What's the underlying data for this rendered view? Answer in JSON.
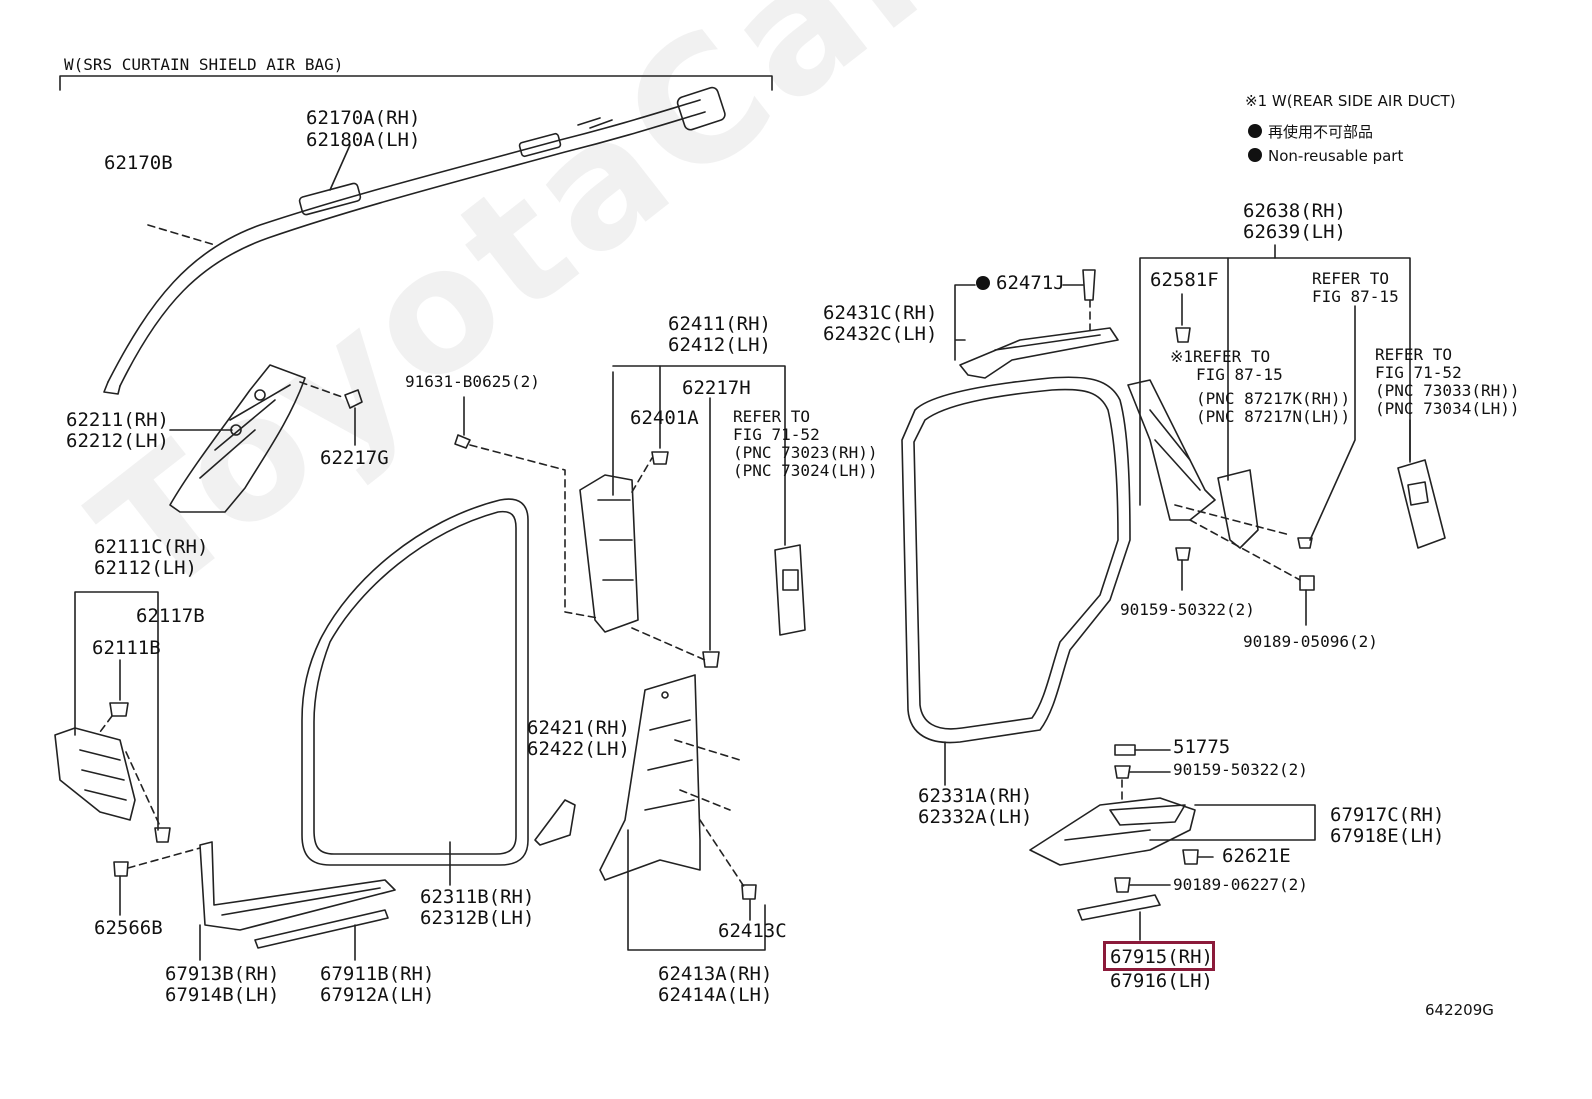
{
  "watermark": "ToyotaCamryNet",
  "srs_group_label": "W(SRS CURTAIN SHIELD AIR BAG)",
  "legend": {
    "w_rear_side_air_duct": "※1 W(REAR SIDE AIR DUCT)",
    "non_reusable_ja": "再使用不可部品",
    "non_reusable_en": "Non-reusable part"
  },
  "figure_code": "642209G",
  "highlighted_part": "67915(RH)",
  "parts": {
    "p62170A_62180A": [
      "62170A(RH)",
      "62180A(LH)"
    ],
    "p62170B": "62170B",
    "p62211_62212": [
      "62211(RH)",
      "62212(LH)"
    ],
    "p62217G": "62217G",
    "p91631": "91631-B0625(2)",
    "p62411_62412": [
      "62411(RH)",
      "62412(LH)"
    ],
    "p62217H": "62217H",
    "p62401A": "62401A",
    "refer_71_52_a": [
      "REFER TO",
      "FIG 71-52",
      "(PNC 73023(RH))",
      "(PNC 73024(LH))"
    ],
    "p62111C_62112": [
      "62111C(RH)",
      "62112(LH)"
    ],
    "p62117B": "62117B",
    "p62111B": "62111B",
    "p62566B": "62566B",
    "p67913B_67914B": [
      "67913B(RH)",
      "67914B(LH)"
    ],
    "p67911B_67912A": [
      "67911B(RH)",
      "67912A(LH)"
    ],
    "p62311B_62312B": [
      "62311B(RH)",
      "62312B(LH)"
    ],
    "p62421_62422": [
      "62421(RH)",
      "62422(LH)"
    ],
    "p62413C": "62413C",
    "p62413A_62414A": [
      "62413A(RH)",
      "62414A(LH)"
    ],
    "p62471J": "62471J",
    "p62431C_62432C": [
      "62431C(RH)",
      "62432C(LH)"
    ],
    "p62638_62639": [
      "62638(RH)",
      "62639(LH)"
    ],
    "p62581F": "62581F",
    "refer_87_15_a": [
      "REFER TO",
      "FIG 87-15"
    ],
    "refer_87_15_b": [
      "※1REFER TO",
      "FIG 87-15",
      "(PNC 87217K(RH))",
      "(PNC 87217N(LH))"
    ],
    "refer_71_52_b": [
      "REFER TO",
      "FIG 71-52",
      "(PNC 73033(RH))",
      "(PNC 73034(LH))"
    ],
    "p90159_a": "90159-50322(2)",
    "p90189_05096": "90189-05096(2)",
    "p62331A_62332A": [
      "62331A(RH)",
      "62332A(LH)"
    ],
    "p51775": "51775",
    "p90159_b": "90159-50322(2)",
    "p67917C_67918E": [
      "67917C(RH)",
      "67918E(LH)"
    ],
    "p62621E": "62621E",
    "p90189_06227": "90189-06227(2)",
    "p67915_67916": [
      "67915(RH)",
      "67916(LH)"
    ]
  },
  "colors": {
    "line": "#222222",
    "highlight": "#8b1a3a"
  }
}
